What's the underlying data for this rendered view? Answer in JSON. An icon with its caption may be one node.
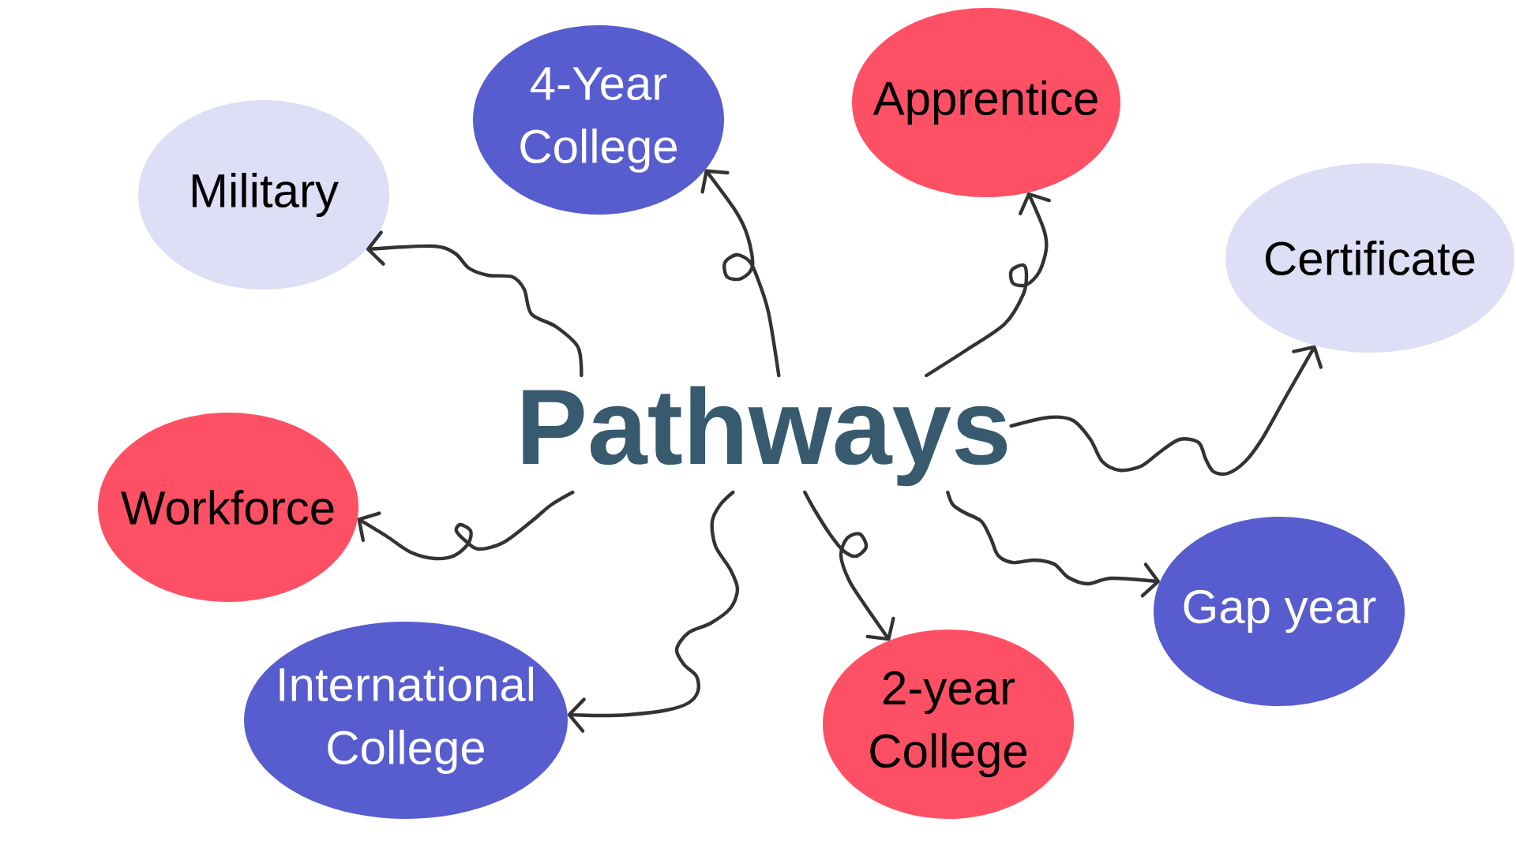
{
  "diagram": {
    "nodes": [
      {
        "text": [
          "Pathways"
        ]
      },
      {
        "text": [
          "Military"
        ]
      },
      {
        "text": [
          "4-Year College"
        ]
      },
      {
        "text": [
          "Apprentice"
        ]
      },
      {
        "text": [
          "Certificate"
        ]
      },
      {
        "text": [
          "Workforce"
        ]
      },
      {
        "text": [
          "International College"
        ]
      },
      {
        "text": [
          "2-year College"
        ]
      },
      {
        "text": [
          "Gap year"
        ]
      }
    ],
    "edges": [
      {
        "from": 0,
        "to": 1,
        "arrow": "to"
      },
      {
        "from": 0,
        "to": 2,
        "arrow": "to"
      },
      {
        "from": 0,
        "to": 3,
        "arrow": "to"
      },
      {
        "from": 0,
        "to": 4,
        "arrow": "to"
      },
      {
        "from": 0,
        "to": 5,
        "arrow": "to"
      },
      {
        "from": 0,
        "to": 6,
        "arrow": "to"
      },
      {
        "from": 0,
        "to": 7,
        "arrow": "to"
      },
      {
        "from": 0,
        "to": 8,
        "arrow": "to"
      }
    ]
  }
}
